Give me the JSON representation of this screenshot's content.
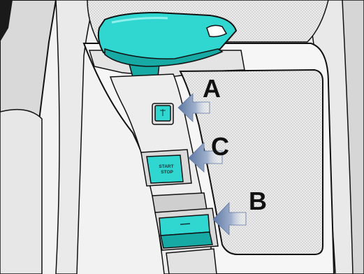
{
  "callouts": [
    {
      "letter": "A"
    },
    {
      "letter": "C"
    },
    {
      "letter": "B"
    }
  ],
  "start_stop_button": {
    "line1": "START",
    "line2": "STOP"
  },
  "colors": {
    "highlight": "#30d6d0",
    "highlight_dark": "#17a9a4",
    "outline": "#111111",
    "trim_grey": "#d3d3d3",
    "panel_grey": "#e6e6e6",
    "arrow_blue": "#7e93b6"
  }
}
